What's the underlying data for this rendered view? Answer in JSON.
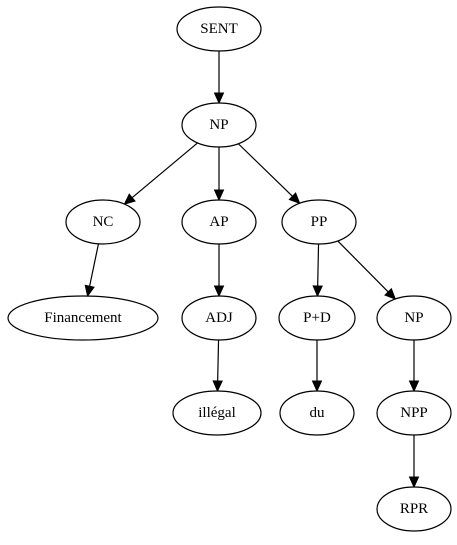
{
  "tree": {
    "nodes": [
      {
        "id": "n0",
        "label": "SENT"
      },
      {
        "id": "n1",
        "label": "NP"
      },
      {
        "id": "n2",
        "label": "NC"
      },
      {
        "id": "n3",
        "label": "AP"
      },
      {
        "id": "n4",
        "label": "PP"
      },
      {
        "id": "n5",
        "label": "Financement"
      },
      {
        "id": "n6",
        "label": "ADJ"
      },
      {
        "id": "n7",
        "label": "P+D"
      },
      {
        "id": "n8",
        "label": "NP"
      },
      {
        "id": "n9",
        "label": "illégal"
      },
      {
        "id": "n10",
        "label": "du"
      },
      {
        "id": "n11",
        "label": "NPP"
      },
      {
        "id": "n12",
        "label": "RPR"
      }
    ],
    "edges": [
      {
        "from": "n0",
        "to": "n1"
      },
      {
        "from": "n1",
        "to": "n2"
      },
      {
        "from": "n1",
        "to": "n3"
      },
      {
        "from": "n1",
        "to": "n4"
      },
      {
        "from": "n2",
        "to": "n5"
      },
      {
        "from": "n3",
        "to": "n6"
      },
      {
        "from": "n4",
        "to": "n7"
      },
      {
        "from": "n4",
        "to": "n8"
      },
      {
        "from": "n6",
        "to": "n9"
      },
      {
        "from": "n7",
        "to": "n10"
      },
      {
        "from": "n8",
        "to": "n11"
      },
      {
        "from": "n11",
        "to": "n12"
      }
    ]
  }
}
